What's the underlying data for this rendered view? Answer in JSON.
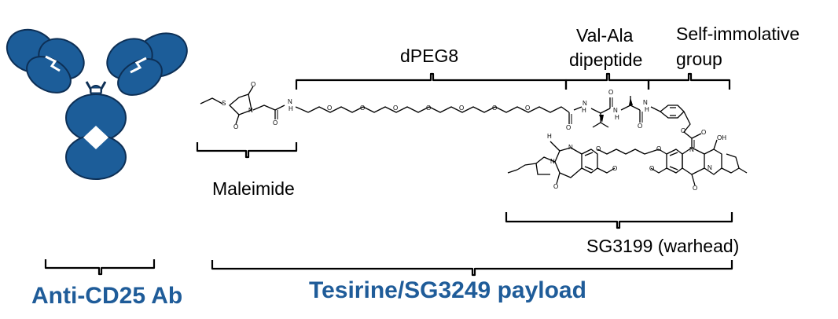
{
  "labels": {
    "dpeg8": "dPEG8",
    "val_ala_line1": "Val-Ala",
    "val_ala_line2": "dipeptide",
    "self_immolative_line1": "Self-immolative",
    "self_immolative_line2": "group",
    "maleimide": "Maleimide",
    "warhead": "SG3199 (warhead)",
    "antibody": "Anti-CD25 Ab",
    "payload": "Tesirine/SG3249 payload"
  },
  "atoms": {
    "S": "S",
    "N": "N",
    "O": "O",
    "NH": "H",
    "OH": "OH"
  },
  "colors": {
    "antibody_fill": "#1c5d99",
    "antibody_stroke": "#0d2f55",
    "title_text": "#1f5c99",
    "text": "#000000"
  }
}
